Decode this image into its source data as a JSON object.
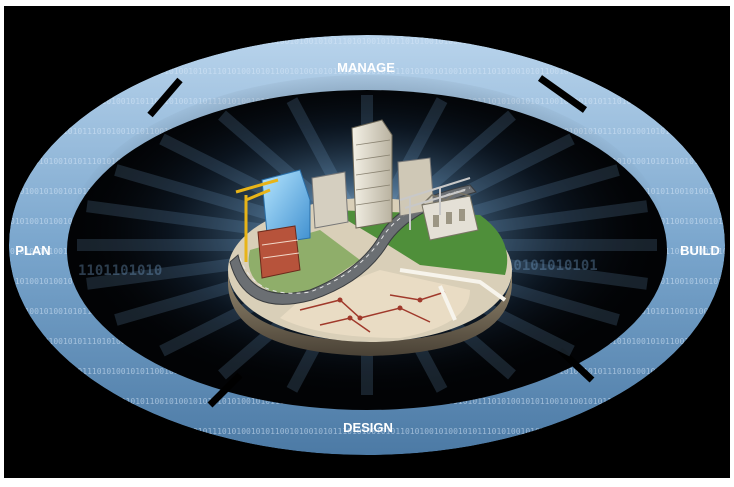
{
  "diagram": {
    "stages": {
      "manage": "MANAGE",
      "build": "BUILD",
      "design": "DESIGN",
      "plan": "PLAN"
    },
    "binary_text": "0101001010010101110101001010110010100101011101010010101100101001010111010100101011",
    "colors": {
      "background": "#000000",
      "ring": "#6f9bc2",
      "ring_light": "#b9d4ec",
      "ring_dark": "#3c6a95",
      "glow": "#9cc8ee",
      "ground_green": "#4f8f3a",
      "ground_beige": "#e9dcc4",
      "road": "#6b6f73",
      "crane": "#e8b418"
    },
    "icons": [
      "city-icon",
      "crane-icon",
      "skyscraper-icon",
      "highway-icon",
      "factory-icon",
      "circuit-blueprint-icon"
    ]
  }
}
